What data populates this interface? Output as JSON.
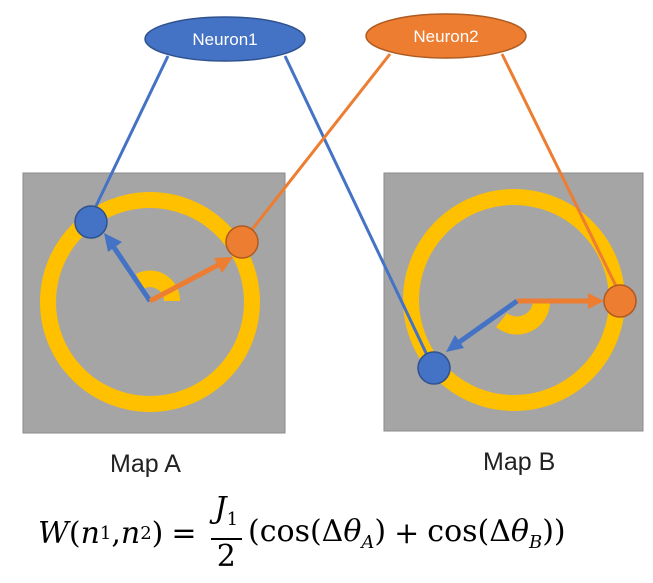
{
  "neurons": [
    {
      "label": "Neuron1",
      "color": "#4472c4"
    },
    {
      "label": "Neuron2",
      "color": "#ed7d31"
    }
  ],
  "maps": [
    {
      "label": "Map A"
    },
    {
      "label": "Map B"
    }
  ],
  "colors": {
    "map_background": "#a5a5a5",
    "ring": "#ffc000",
    "neuron1": "#4472c4",
    "neuron2": "#ed7d31"
  },
  "formula": {
    "lhs_func": "W",
    "arg1": "n",
    "arg1_sub": "1",
    "arg2": "n",
    "arg2_sub": "2",
    "coef_num": "J",
    "coef_num_sub": "1",
    "coef_den": "2",
    "term1_theta_sub": "A",
    "term2_theta_sub": "B"
  }
}
